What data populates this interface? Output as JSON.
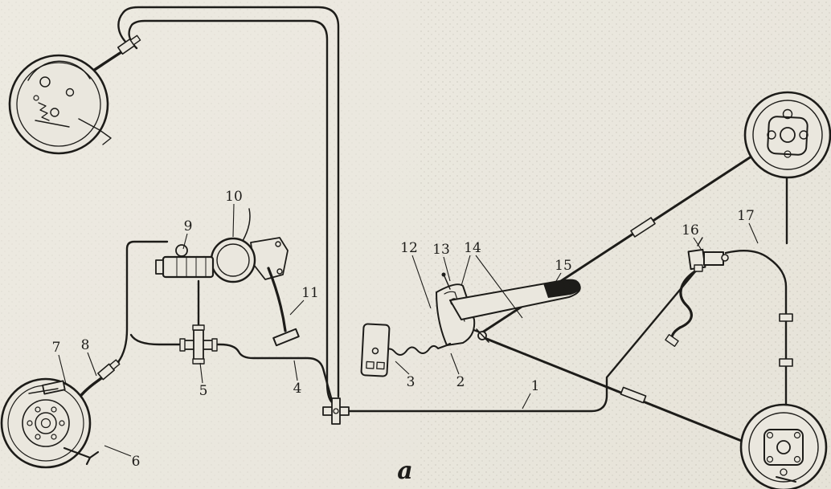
{
  "colors": {
    "paper": "#eae7de",
    "ink": "#1d1c19"
  },
  "figure": {
    "caption": "а"
  },
  "callouts": {
    "c1": "1",
    "c2": "2",
    "c3": "3",
    "c4": "4",
    "c5": "5",
    "c6": "6",
    "c7": "7",
    "c8": "8",
    "c9": "9",
    "c10": "10",
    "c11": "11",
    "c12": "12",
    "c13": "13",
    "c14": "14",
    "c15": "15",
    "c16": "16",
    "c17": "17"
  }
}
